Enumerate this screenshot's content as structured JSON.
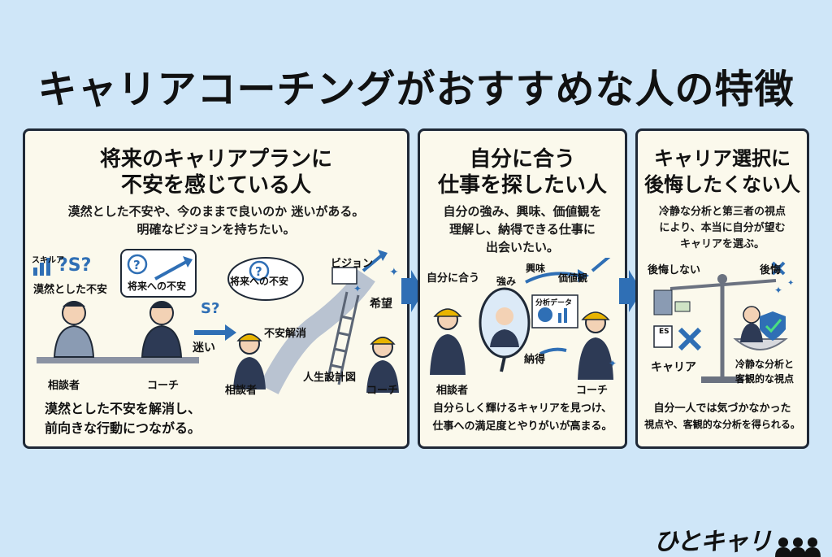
{
  "title": "キャリアコーチングがおすすめな人の特徴",
  "panel1": {
    "heading1": "将来のキャリアプランに",
    "heading2": "不安を感じている人",
    "desc1": "漠然とした不安や、今のままで良いのか 迷いがある。",
    "desc2": "明確なビジョンを持ちたい。",
    "skill_label": "スキルア",
    "vague_label": "漠然とした不安",
    "future_anxiety_bubble": "将来への不安",
    "client_label": "相談者",
    "coach_label": "コーチ",
    "hesitation_label": "迷い",
    "future_anxiety_cloud": "将来への不安",
    "anxiety_resolved_label": "不安解消",
    "vision_label": "ビジョン",
    "hope_label": "希望",
    "life_plan_label": "人生設計図",
    "client_label2": "相談者",
    "coach_label2": "コーチ",
    "footer1": "漠然とした不安を解消し、",
    "footer2": "前向きな行動につながる。"
  },
  "panel2": {
    "heading1": "自分に合う",
    "heading2": "仕事を探したい人",
    "desc1": "自分の強み、興味、価値観を",
    "desc2": "理解し、納得できる仕事に",
    "desc3": "出会いたい。",
    "fit_label": "自分に合う",
    "strength_label": "強み",
    "interest_label": "興味",
    "values_label": "価値観",
    "analysis_label": "分析データ",
    "conviction_label": "納得",
    "client_label": "相談者",
    "coach_label": "コーチ",
    "footer1": "自分らしく輝けるキャリアを見つけ、",
    "footer2": "仕事への満足度とやりがいが高まる。"
  },
  "panel3": {
    "heading1": "キャリア選択に",
    "heading2": "後悔したくない人",
    "desc1": "冷静な分析と第三者の視点",
    "desc2": "により、本当に自分が望む",
    "desc3": "キャリアを選ぶ。",
    "no_regret_label": "後悔しない",
    "regret_label": "後悔",
    "es_label": "ES",
    "career_label": "キャリア",
    "calm_label1": "冷静な分析と",
    "calm_label2": "客観的な視点",
    "footer1": "自分一人では気づかなかった",
    "footer2": "視点や、客観的な分析を得られる。"
  },
  "brand": {
    "logo_text": "ひとキャリ"
  },
  "colors": {
    "background": "#cfe6f8",
    "panel": "#fbf9ec",
    "arrow": "#2f6fb5",
    "accent": "#e8b400"
  }
}
